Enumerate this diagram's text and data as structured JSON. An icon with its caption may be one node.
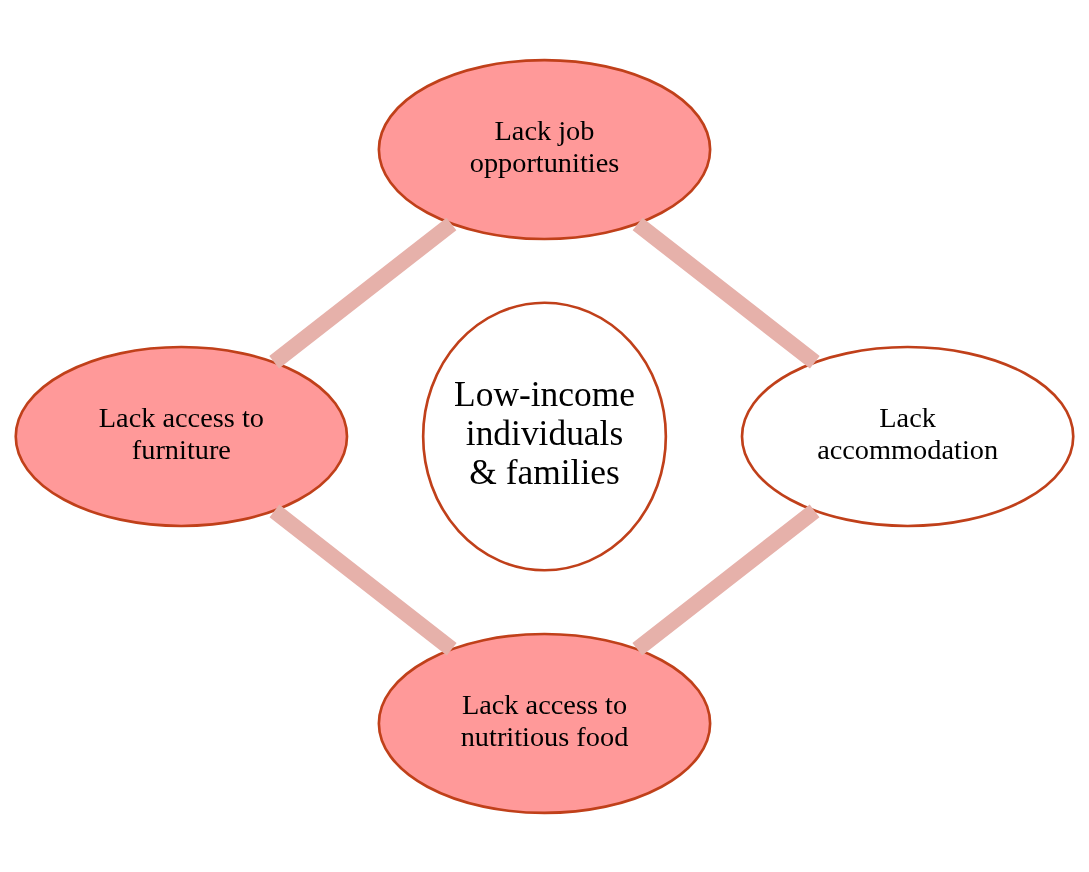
{
  "diagram": {
    "nodes": [
      {
        "text": [
          "Lack job opportunities"
        ]
      },
      {
        "text": [
          "Lack access to furniture"
        ]
      },
      {
        "text": [
          "Low-income individuals & families"
        ]
      },
      {
        "text": [
          "Lack accommodation"
        ]
      },
      {
        "text": [
          "Lack access to nutritious food"
        ]
      }
    ],
    "edges": [
      {
        "from": 0,
        "to": 3,
        "arrow": "none"
      },
      {
        "from": 3,
        "to": 4,
        "arrow": "none"
      },
      {
        "from": 4,
        "to": 1,
        "arrow": "none"
      },
      {
        "from": 1,
        "to": 0,
        "arrow": "none"
      }
    ]
  }
}
